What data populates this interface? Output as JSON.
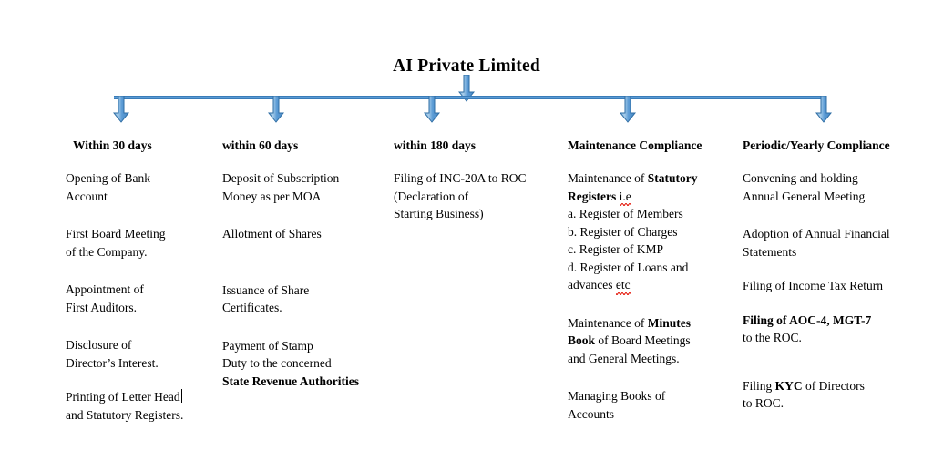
{
  "document": {
    "title": "AI Private Limited",
    "accent_color": "#5b9bd5",
    "accent_border_color": "#3a7cb8",
    "spellcheck_color": "#e8392e"
  },
  "timeline": {
    "top_arrow_name": "arrow-down-title",
    "branch_arrow_names": [
      "arrow-down-col-1",
      "arrow-down-col-2",
      "arrow-down-col-3",
      "arrow-down-col-4",
      "arrow-down-col-5"
    ]
  },
  "columns": [
    {
      "header": "Within 30 days",
      "items": [
        {
          "lines": [
            "Opening of Bank",
            "Account"
          ]
        },
        {
          "lines": [
            "First Board Meeting",
            "of the Company."
          ]
        },
        {
          "lines": [
            "Appointment of",
            "First Auditors."
          ]
        },
        {
          "lines": [
            "Disclosure of",
            "Director’s Interest."
          ]
        },
        {
          "lines": [
            "Printing of Letter Head",
            "and Statutory Registers."
          ]
        }
      ]
    },
    {
      "header": "within 60 days",
      "items": [
        {
          "lines": [
            "Deposit of Subscription",
            "Money as per MOA"
          ]
        },
        {
          "lines": [
            "Allotment of Shares"
          ]
        },
        {
          "lines": [
            "Issuance of Share",
            "Certificates."
          ]
        },
        {
          "lines": [
            "Payment of Stamp",
            "Duty to the concerned",
            "State Revenue Authorities"
          ]
        }
      ]
    },
    {
      "header": "within 180 days",
      "items": [
        {
          "lines": [
            "Filing of INC-20A to ROC",
            "(Declaration of",
            "Starting Business)"
          ]
        }
      ]
    },
    {
      "header": "Maintenance Compliance",
      "items": [
        {
          "lines": [
            "Maintenance of Statutory",
            "Registers i.e",
            "a. Register of Members",
            "b. Register of Charges",
            "c. Register of KMP",
            "d. Register of Loans and",
            "advances etc"
          ]
        },
        {
          "lines": [
            "Maintenance of Minutes",
            "Book of Board Meetings",
            "and General Meetings."
          ]
        },
        {
          "lines": [
            "Managing Books of",
            "Accounts"
          ]
        }
      ]
    },
    {
      "header": "Periodic/Yearly Compliance",
      "items": [
        {
          "lines": [
            "Convening and holding",
            "Annual General Meeting"
          ]
        },
        {
          "lines": [
            "Adoption of Annual Financial",
            "Statements"
          ]
        },
        {
          "lines": [
            "Filing of Income Tax Return"
          ]
        },
        {
          "lines": [
            "Filing of AOC-4, MGT-7",
            "to the ROC."
          ]
        },
        {
          "lines": [
            "Filing KYC of Directors",
            "to ROC."
          ]
        }
      ]
    }
  ],
  "text": {
    "c1_h": "Within 30 days",
    "c1_b1_l1": "Opening of Bank",
    "c1_b1_l2": "Account",
    "c1_b2_l1": "First Board Meeting",
    "c1_b2_l2": "of the Company.",
    "c1_b3_l1": "Appointment of",
    "c1_b3_l2": "First Auditors.",
    "c1_b4_l1": "Disclosure of",
    "c1_b4_l2": "Director’s Interest.",
    "c1_b5_l1": "Printing of Letter Head",
    "c1_b5_l2": "and Statutory Registers.",
    "c2_h": "within 60 days",
    "c2_b1_l1": "Deposit of Subscription",
    "c2_b1_l2": "Money as per MOA",
    "c2_b2_l1": "Allotment of Shares",
    "c2_b3_l1": "Issuance of Share",
    "c2_b3_l2": "Certificates.",
    "c2_b4_l1": "Payment of Stamp",
    "c2_b4_l2": "Duty to the concerned",
    "c2_b4_l3": "State Revenue Authorities",
    "c3_h": "within 180 days",
    "c3_b1_l1": "Filing of INC-20A to ROC",
    "c3_b1_l2": "(Declaration of",
    "c3_b1_l3": "Starting Business)",
    "c4_h": "Maintenance Compliance",
    "c4_b1_l1a": "Maintenance of ",
    "c4_b1_l1b": "Statutory",
    "c4_b1_l2a": "Registers",
    "c4_b1_l2b": "i.e",
    "c4_b1_l3": "a. Register of Members",
    "c4_b1_l4": "b. Register of Charges",
    "c4_b1_l5": "c. Register of KMP",
    "c4_b1_l6": "d. Register of Loans and",
    "c4_b1_l7a": "advances ",
    "c4_b1_l7b": "etc",
    "c4_b2_l1a": "Maintenance of ",
    "c4_b2_l1b": "Minutes",
    "c4_b2_l2a": "Book",
    "c4_b2_l2b": " of Board Meetings",
    "c4_b2_l3": "and General Meetings.",
    "c4_b3_l1": "Managing Books of",
    "c4_b3_l2": "Accounts",
    "c5_h": "Periodic/Yearly Compliance",
    "c5_b1_l1": "Convening and holding",
    "c5_b1_l2": "Annual General Meeting",
    "c5_b2_l1": "Adoption of Annual Financial",
    "c5_b2_l2": "Statements",
    "c5_b3_l1": "Filing of Income Tax Return",
    "c5_b4_l1": "Filing of AOC-4, MGT-7",
    "c5_b4_l2": "to the ROC.",
    "c5_b5_l1a": "Filing ",
    "c5_b5_l1b": "KYC",
    "c5_b5_l1c": " of Directors",
    "c5_b5_l2": "to ROC."
  }
}
